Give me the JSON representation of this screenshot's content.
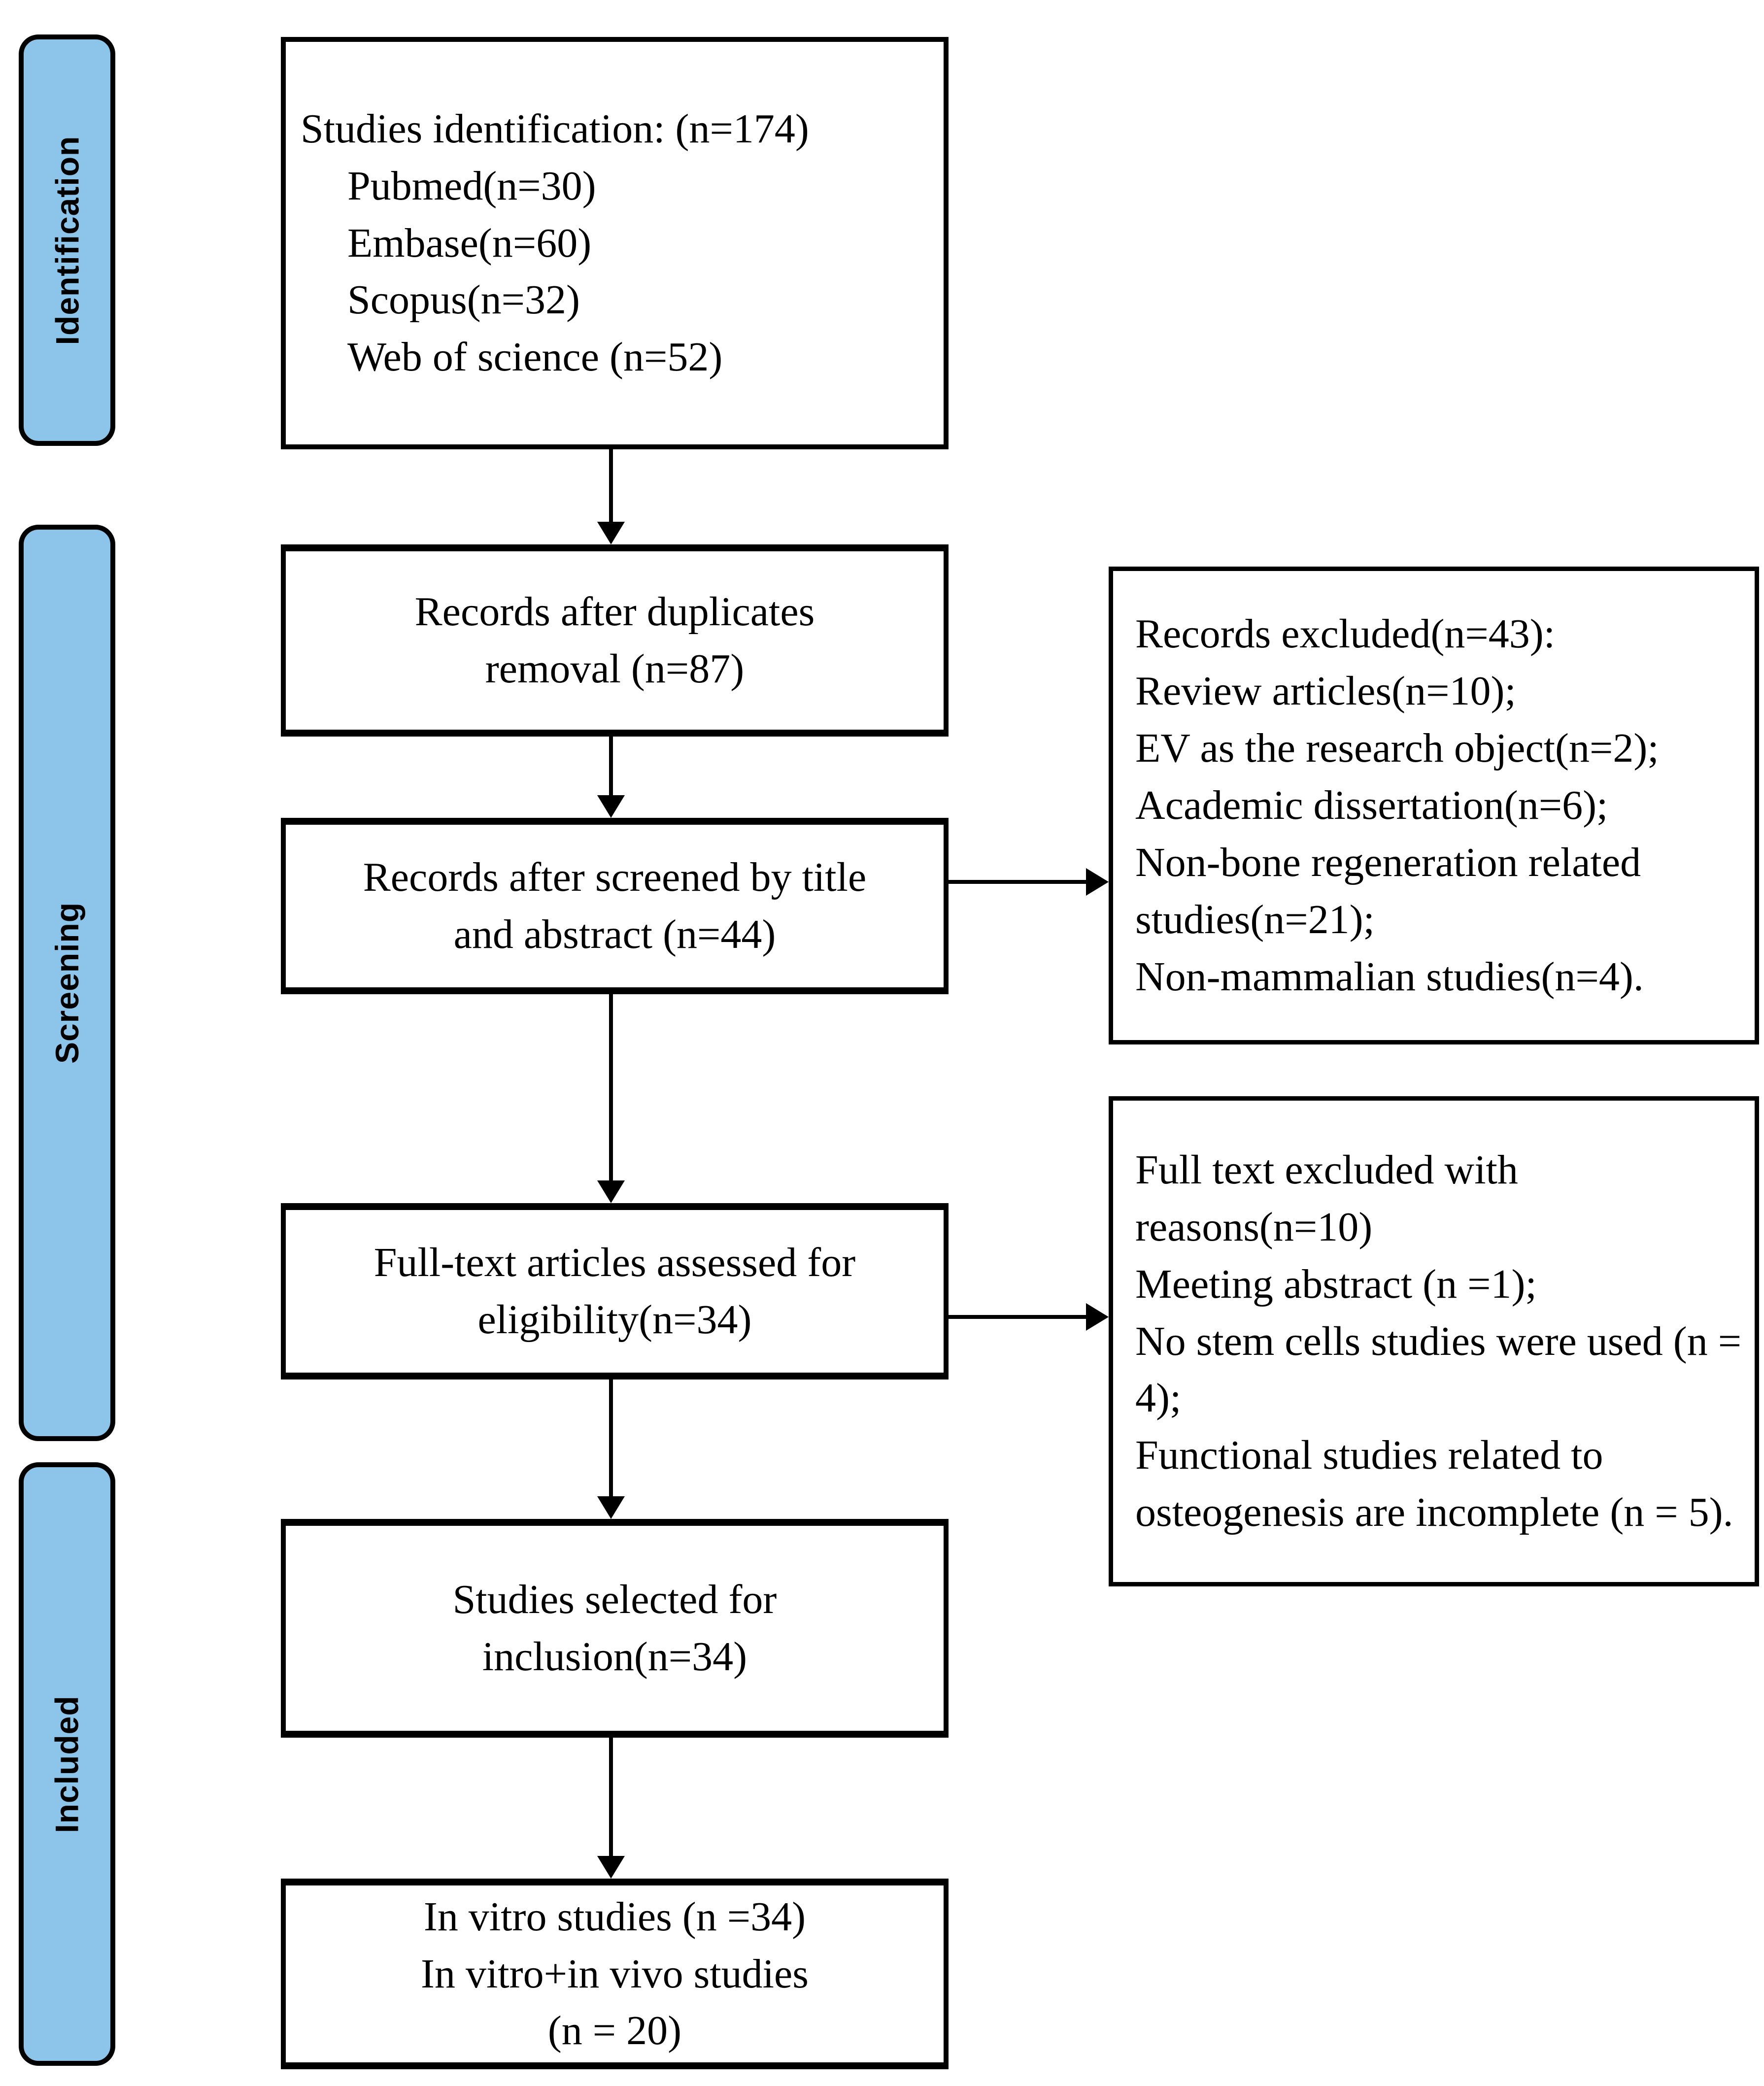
{
  "diagram": {
    "background": "#ffffff",
    "stage_fill": "#8cc4ea",
    "line_color": "#000000",
    "stages": [
      {
        "label": "Identification"
      },
      {
        "label": "Screening"
      },
      {
        "label": "Included"
      }
    ],
    "flow": [
      {
        "title": "Studies identification: (n=174)",
        "items": [
          "Pubmed(n=30)",
          "Embase(n=60)",
          "Scopus(n=32)",
          "Web of science (n=52)"
        ]
      },
      {
        "lines": [
          "Records after duplicates",
          "removal (n=87)"
        ]
      },
      {
        "lines": [
          "Records after screened by title",
          "and abstract (n=44)"
        ]
      },
      {
        "lines": [
          "Full-text articles assessed for",
          "eligibility(n=34)"
        ]
      },
      {
        "lines": [
          "Studies selected for",
          "inclusion(n=34)"
        ]
      },
      {
        "lines": [
          "In vitro studies (n =34)",
          "In vitro+in vivo studies",
          "(n = 20)"
        ]
      }
    ],
    "exclusions": [
      {
        "lines": [
          "Records excluded(n=43):",
          "Review articles(n=10);",
          "EV as the research object(n=2);",
          "Academic dissertation(n=6);",
          "Non-bone regeneration related studies(n=21);",
          "Non-mammalian studies(n=4)."
        ]
      },
      {
        "lines": [
          "Full text excluded with reasons(n=10)",
          "Meeting abstract (n =1);",
          "No stem cells studies were used (n = 4);",
          "Functional studies related to osteogenesis are incomplete (n = 5)."
        ]
      }
    ]
  }
}
